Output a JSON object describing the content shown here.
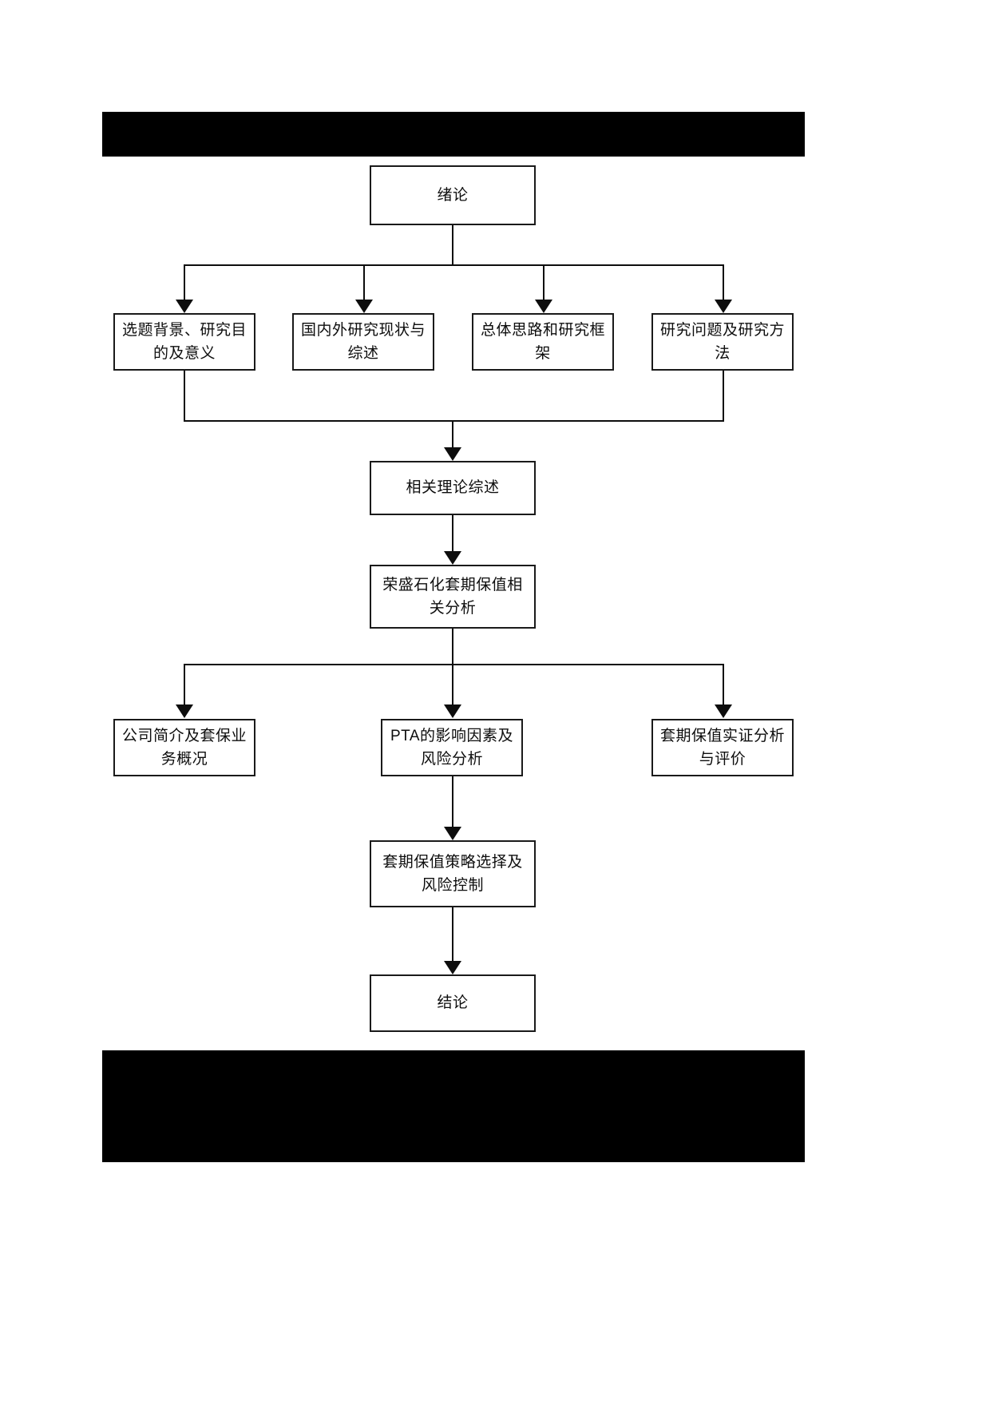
{
  "document": {
    "type": "flowchart",
    "orientation": "top-to-bottom",
    "language": "zh-CN",
    "redactions": [
      {
        "name": "top-redaction-bar"
      },
      {
        "name": "bottom-redaction-bar"
      }
    ]
  },
  "nodes": {
    "intro": "绪论",
    "level2": [
      "选题背景、研究目的及意义",
      "国内外研究现状与综述",
      "总体思路和研究框架",
      "研究问题及研究方法"
    ],
    "theory": "相关理论综述",
    "case": "荣盛石化套期保值相关分析",
    "level4": [
      "公司简介及套保业务概况",
      "PTA的影响因素及风险分析",
      "套期保值实证分析与评价"
    ],
    "strategy": "套期保值策略选择及风险控制",
    "conclusion": "结论"
  }
}
